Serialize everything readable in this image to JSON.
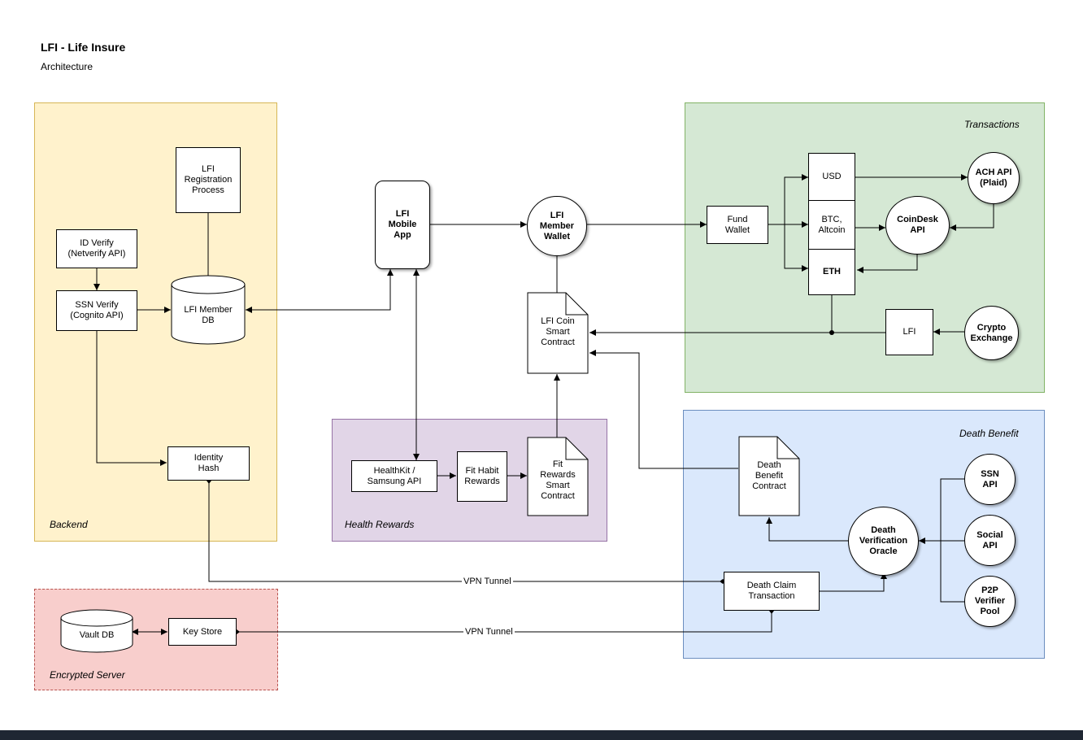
{
  "header": {
    "title": "LFI - Life Insure",
    "subtitle": "Architecture"
  },
  "zones": {
    "backend": "Backend",
    "health_rewards": "Health Rewards",
    "transactions": "Transactions",
    "death_benefit": "Death Benefit",
    "encrypted_server": "Encrypted Server"
  },
  "nodes": {
    "registration": "LFI\nRegistration\nProcess",
    "id_verify": "ID Verify\n(Netverify API)",
    "ssn_verify": "SSN Verify\n(Cognito API)",
    "member_db": "LFI Member\nDB",
    "identity_hash": "Identity\nHash",
    "mobile_app": "LFI\nMobile\nApp",
    "member_wallet": "LFI\nMember\nWallet",
    "coin_contract": "LFI Coin\nSmart\nContract",
    "healthkit": "HealthKit /\nSamsung API",
    "fit_habit": "Fit Habit\nRewards",
    "fit_rewards_contract": "Fit\nRewards\nSmart\nContract",
    "fund_wallet": "Fund\nWallet",
    "usd": "USD",
    "btc": "BTC,\nAltcoin",
    "eth": "ETH",
    "ach_api": "ACH API\n(Plaid)",
    "coindesk_api": "CoinDesk\nAPI",
    "lfi_token": "LFI",
    "crypto_exchange": "Crypto\nExchange",
    "death_benefit_contract": "Death\nBenefit\nContract",
    "ssn_api": "SSN\nAPI",
    "social_api": "Social\nAPI",
    "p2p_pool": "P2P\nVerifier\nPool",
    "death_oracle": "Death\nVerification\nOracle",
    "death_claim": "Death Claim\nTransaction",
    "vault_db": "Vault DB",
    "key_store": "Key Store"
  },
  "edge_labels": {
    "vpn_tunnel_1": "VPN Tunnel",
    "vpn_tunnel_2": "VPN Tunnel"
  },
  "colors": {
    "backend_fill": "#fff2cc",
    "backend_stroke": "#d6b656",
    "health_fill": "#e1d5e7",
    "health_stroke": "#9673a6",
    "transactions_fill": "#d5e8d4",
    "transactions_stroke": "#82b366",
    "death_fill": "#dae8fc",
    "death_stroke": "#6c8ebf",
    "encrypted_fill": "#f8cecc",
    "encrypted_stroke": "#b85450"
  }
}
